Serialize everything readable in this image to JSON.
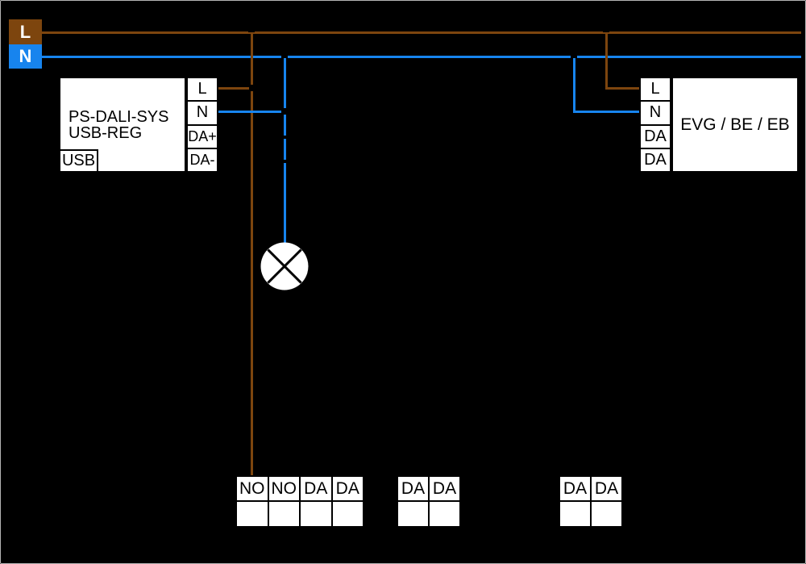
{
  "colors": {
    "background": "#000000",
    "wire_brown": "#7D450E",
    "wire_blue": "#1784EE",
    "box_fill": "#FFFFFF",
    "box_border": "#000000",
    "page_border": "#B4B4B4",
    "badge_text": "#FFFFFF"
  },
  "legend": {
    "live": {
      "label": "L",
      "color": "#7D450E"
    },
    "neutral": {
      "label": "N",
      "color": "#1784EE"
    }
  },
  "left_device": {
    "name_line1": "PS-DALI-SYS",
    "name_line2": "USB-REG",
    "port_label": "USB",
    "terminals": [
      {
        "label": "L"
      },
      {
        "label": "N"
      },
      {
        "label": "DA+"
      },
      {
        "label": "DA-"
      }
    ]
  },
  "right_device": {
    "name": "EVG / BE / EB",
    "terminals": [
      {
        "label": "L"
      },
      {
        "label": "N"
      },
      {
        "label": "DA"
      },
      {
        "label": "DA"
      }
    ]
  },
  "lamp": {
    "icon": "lamp-icon"
  },
  "bottom_blocks": [
    {
      "cells": [
        {
          "label": "NO"
        },
        {
          "label": "NO"
        },
        {
          "label": "DA"
        },
        {
          "label": "DA"
        }
      ]
    },
    {
      "cells": [
        {
          "label": "DA"
        },
        {
          "label": "DA"
        }
      ]
    },
    {
      "cells": [
        {
          "label": "DA"
        },
        {
          "label": "DA"
        }
      ]
    }
  ]
}
